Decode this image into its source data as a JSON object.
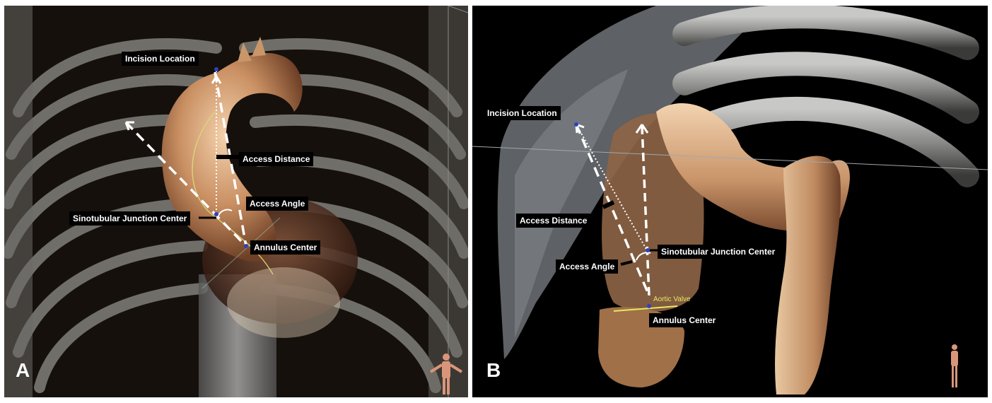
{
  "panel_a": {
    "letter": "A",
    "labels": {
      "incision_location": "Incision Location",
      "access_distance": "Access Distance",
      "access_angle": "Access Angle",
      "sinotubular_junction_center": "Sinotubular Junction Center",
      "annulus_center": "Annulus Center"
    },
    "orientation_icon": "human-figure-icon"
  },
  "panel_b": {
    "letter": "B",
    "labels": {
      "incision_location": "Incision Location",
      "access_distance": "Access Distance",
      "access_angle": "Access Angle",
      "sinotubular_junction_center": "Sinotubular Junction Center",
      "annulus_center": "Annulus Center",
      "aortic_valve": "Aortic Valve"
    },
    "orientation_icon": "human-figure-icon"
  },
  "colors": {
    "background": "#000000",
    "tissue": "#c89870",
    "bone": "#9a9a98",
    "annotation_line": "#ffffff",
    "valve_line": "#e8e860",
    "marker": "#3040c0"
  }
}
